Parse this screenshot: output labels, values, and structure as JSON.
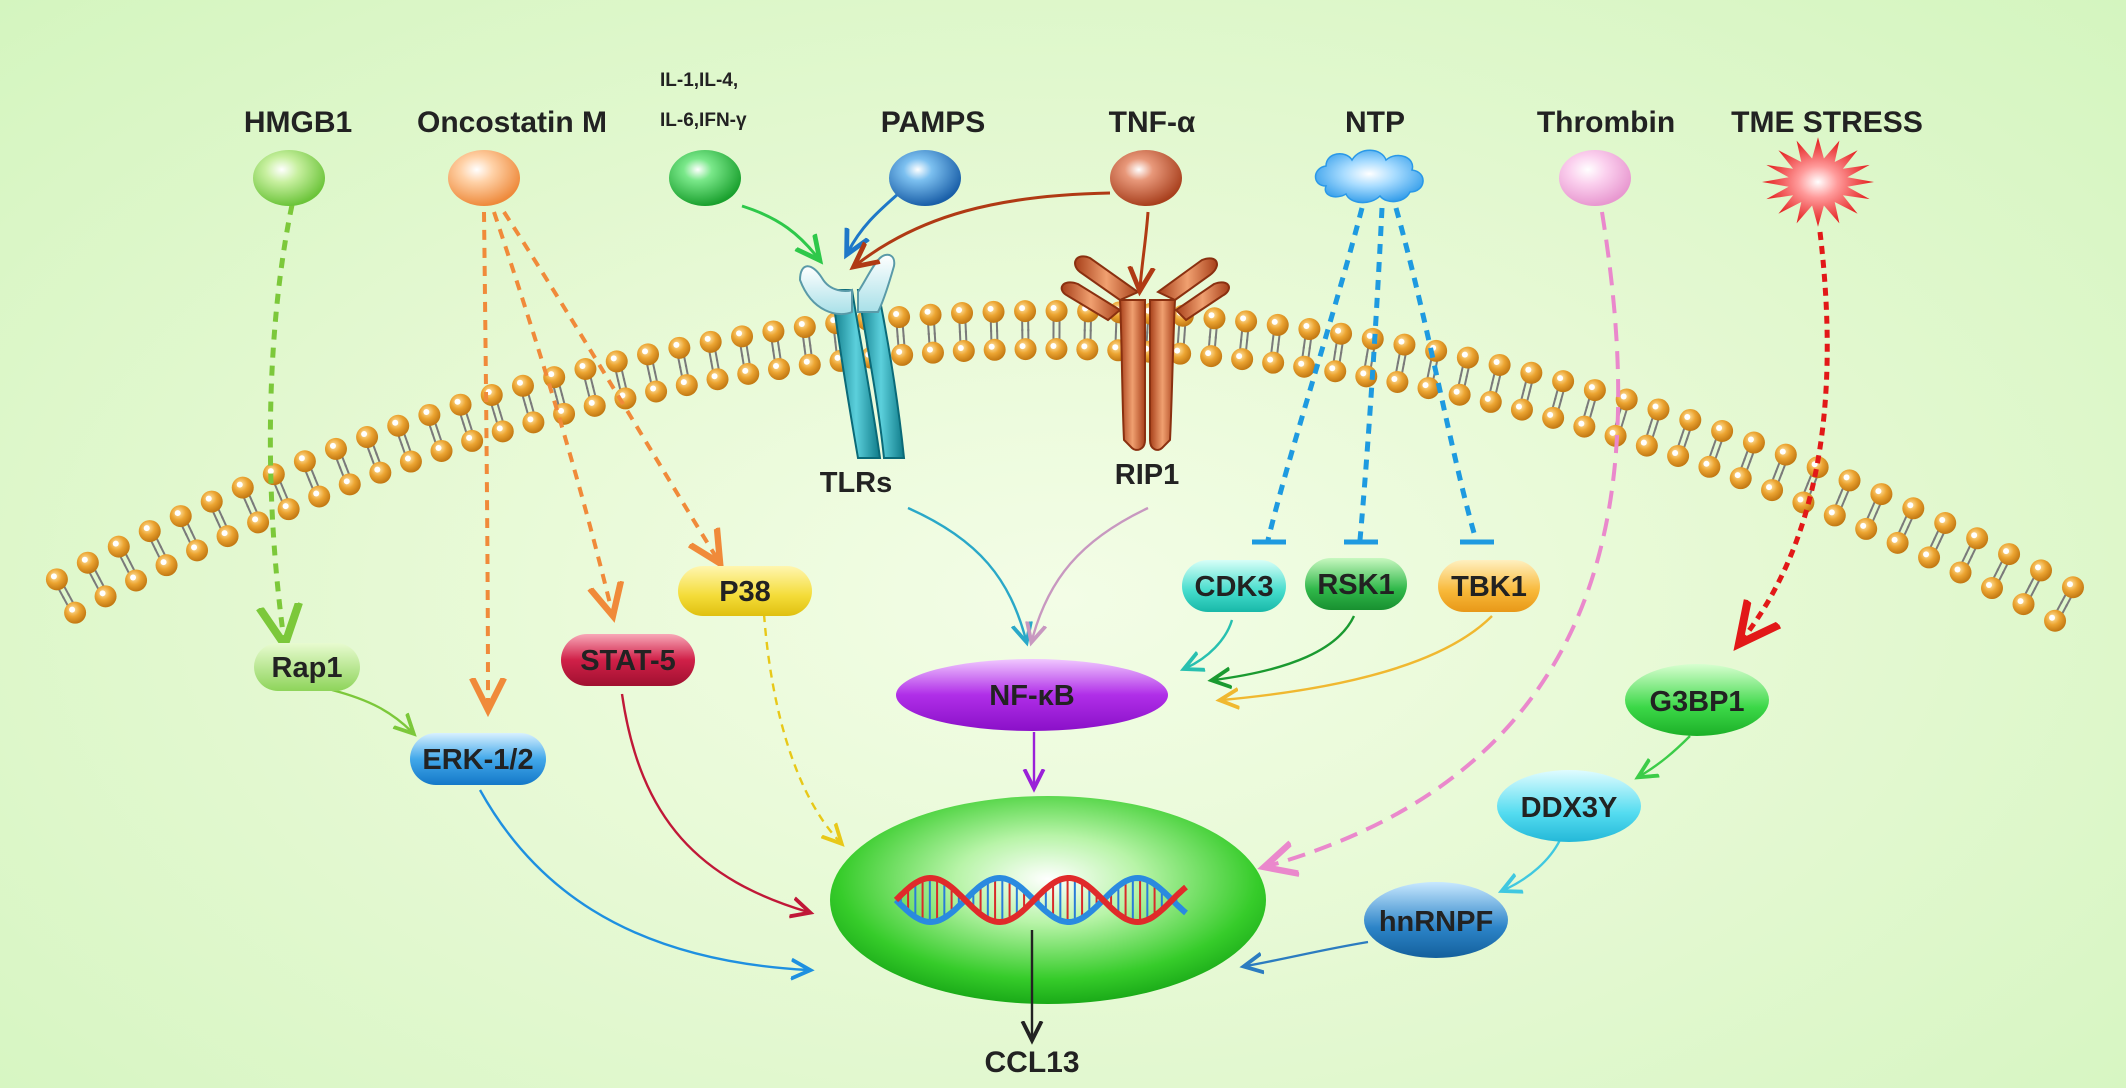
{
  "ligands": {
    "hmgb1": "HMGB1",
    "oncostatin": "Oncostatin M",
    "il_line1": "IL-1,IL-4,",
    "il_line2": "IL-6,IFN-γ",
    "pamps": "PAMPS",
    "tnf": "TNF-α",
    "ntp": "NTP",
    "thrombin": "Thrombin",
    "tme": "TME STRESS"
  },
  "receptors": {
    "tlrs": "TLRs",
    "rip1": "RIP1"
  },
  "nodes": {
    "rap1": "Rap1",
    "erk": "ERK-1/2",
    "stat5": "STAT-5",
    "p38": "P38",
    "nfkb": "NF-κB",
    "cdk3": "CDK3",
    "rsk1": "RSK1",
    "tbk1": "TBK1",
    "g3bp1": "G3BP1",
    "ddx3y": "DDX3Y",
    "hnrnpf": "hnRNPF"
  },
  "output": {
    "ccl13": "CCL13"
  },
  "colors": {
    "hmgb1": "#8ed45a",
    "oncostatin": "#f4a060",
    "il": "#2ec84a",
    "pamps": "#1f78c8",
    "tnf": "#c0502a",
    "ntp": "#35a8e8",
    "thrombin": "#f0a8d8",
    "tme": "#e82020",
    "membrane_head": "#e39a22",
    "nucleus": "#22c422",
    "nfkb": "#a020e0"
  }
}
